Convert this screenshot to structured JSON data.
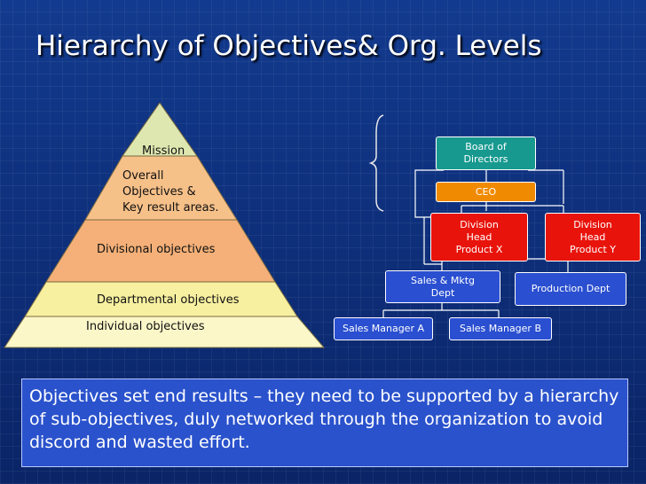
{
  "title": "Hierarchy of Objectives& Org. Levels",
  "pyramid": {
    "levels": [
      {
        "label": "Mission",
        "color": "#dfe7b0"
      },
      {
        "label": "Overall\nObjectives &\nKey result areas.",
        "color": "#f6c089"
      },
      {
        "label": "Divisional objectives",
        "color": "#f4b078"
      },
      {
        "label": "Departmental  objectives",
        "color": "#f7f0a0"
      },
      {
        "label": "Individual objectives",
        "color": "#fbf7c8"
      }
    ]
  },
  "org_chart": {
    "nodes": {
      "board": {
        "label": "Board of\nDirectors",
        "color": "#17998f"
      },
      "ceo": {
        "label": "CEO",
        "color": "#f08a00"
      },
      "div_x": {
        "label": "Division\nHead\nProduct X",
        "color": "#e8140c"
      },
      "div_y": {
        "label": "Division\nHead\nProduct Y",
        "color": "#e8140c"
      },
      "sales_mktg": {
        "label": "Sales & Mktg\nDept",
        "color": "#2a4fd0"
      },
      "production": {
        "label": "Production Dept",
        "color": "#2a4fd0"
      },
      "sales_a": {
        "label": "Sales Manager A",
        "color": "#2a4fd0"
      },
      "sales_b": {
        "label": "Sales Manager B",
        "color": "#2a4fd0"
      }
    }
  },
  "note": {
    "text": "Objectives set end results – they need to be supported by a hierarchy of sub-objectives, duly networked through the organization to avoid discord and wasted effort."
  }
}
